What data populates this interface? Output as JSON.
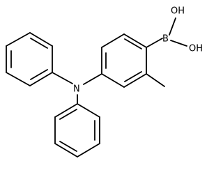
{
  "molecule": {
    "atoms": {
      "boron": "B",
      "hydroxyl_upper": "OH",
      "hydroxyl_lower": "OH",
      "nitrogen": "N"
    }
  },
  "colors": {
    "bond": "#000000",
    "background": "#ffffff"
  }
}
